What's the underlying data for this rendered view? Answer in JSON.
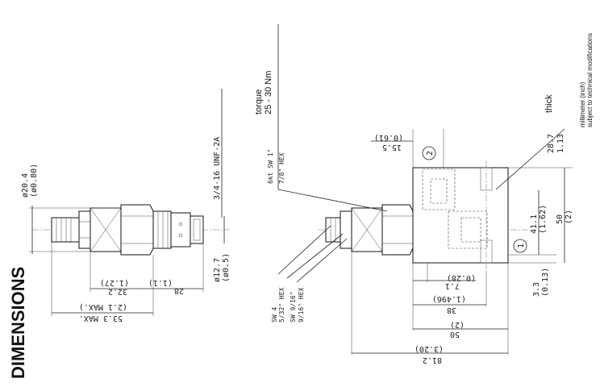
{
  "title": "DIMENSIONS",
  "notes": {
    "line1": "millimeter (inch)",
    "line2": "subject to technical modifications"
  },
  "left_view": {
    "dia_mm": "ø20.4",
    "dia_in": "(ø0.80)",
    "thread": "3/4-16 UNF-2A",
    "dia2_mm": "ø12.7",
    "dia2_in": "(ø0.5)",
    "len1_mm": "28",
    "len1_in": "(1.1)",
    "len2_mm": "32.2",
    "len2_in": "(1.27)",
    "max_mm": "53.3 MAX.",
    "max_in": "(2.1 MAX.)"
  },
  "right_view": {
    "torque_label": "torque",
    "torque_value": "25 - 30 Nm",
    "hex1": "6kt SW 1\"",
    "hex1_b": "7/8\" HEX",
    "sw4": "SW 4",
    "sw4_b": "5/32\" HEX",
    "sw916": "SW 9/16\"",
    "sw916_b": "9/16\" HEX",
    "port2": "2",
    "port1": "1",
    "d155_mm": "15.5",
    "d155_in": "(0.61)",
    "d71_mm": "7.1",
    "d71_in": "(0.28)",
    "d38_mm": "38",
    "d38_in": "(1.496)",
    "d50_mm": "50",
    "d50_in": "(2)",
    "d812_mm": "81.2",
    "d812_in": "(3.20)",
    "d33_mm": "3.3",
    "d33_in": "(0.13)",
    "d411_mm": "41.1",
    "d411_in": "(1.62)",
    "d50v_mm": "50",
    "d50v_in": "(2)",
    "thick_mm": "28.7",
    "thick_in": "1.13",
    "thick_label": "thick"
  }
}
